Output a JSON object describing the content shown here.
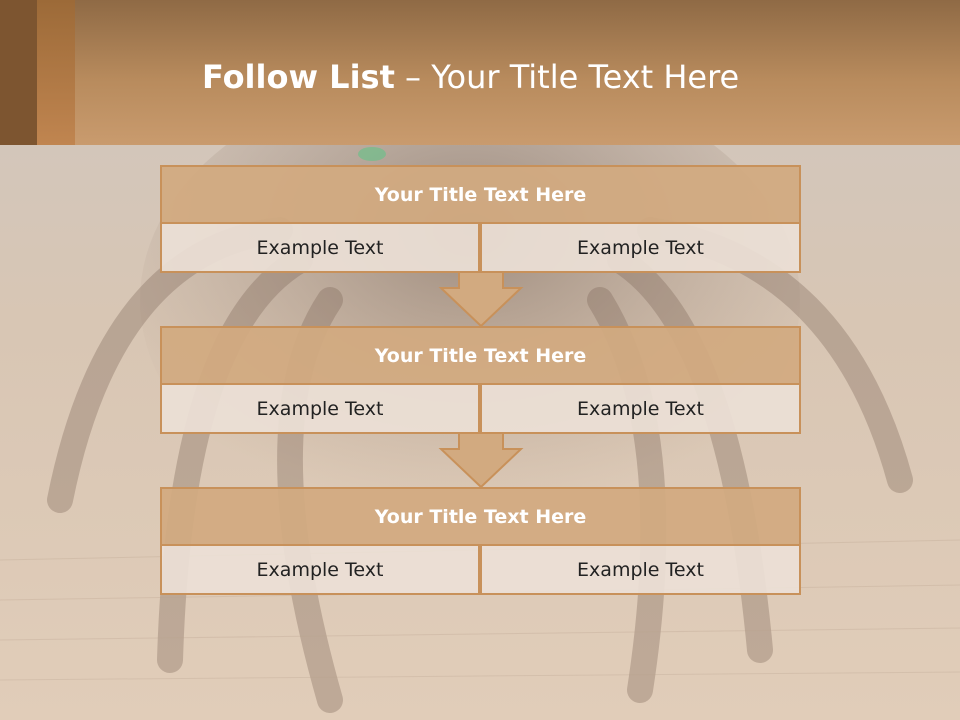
{
  "slide": {
    "title_bold": "Follow List",
    "title_rest": " – Your Title Text Here"
  },
  "blocks": [
    {
      "title": "Your Title Text Here",
      "left": "Example Text",
      "right": "Example Text"
    },
    {
      "title": "Your Title Text Here",
      "left": "Example Text",
      "right": "Example Text"
    },
    {
      "title": "Your Title Text Here",
      "left": "Example Text",
      "right": "Example Text"
    }
  ],
  "colors": {
    "header": "#b88b5d",
    "border": "#c8915a",
    "title_fill": "#d2aa80",
    "cell_fill": "#ece0d6"
  },
  "icons": [
    "down-arrow-icon",
    "down-arrow-icon"
  ]
}
